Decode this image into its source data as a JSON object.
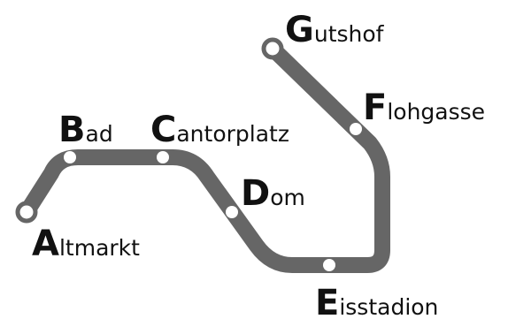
{
  "line": {
    "color": "#666666",
    "station_fill": "#ffffff"
  },
  "stations": [
    {
      "id": "A",
      "initial": "A",
      "rest": "ltmarkt",
      "terminus": true
    },
    {
      "id": "B",
      "initial": "B",
      "rest": "ad",
      "terminus": false
    },
    {
      "id": "C",
      "initial": "C",
      "rest": "antorplatz",
      "terminus": false
    },
    {
      "id": "D",
      "initial": "D",
      "rest": "om",
      "terminus": false
    },
    {
      "id": "E",
      "initial": "E",
      "rest": "isstadion",
      "terminus": false
    },
    {
      "id": "F",
      "initial": "F",
      "rest": "lohgasse",
      "terminus": false
    },
    {
      "id": "G",
      "initial": "G",
      "rest": "utshof",
      "terminus": true
    }
  ]
}
